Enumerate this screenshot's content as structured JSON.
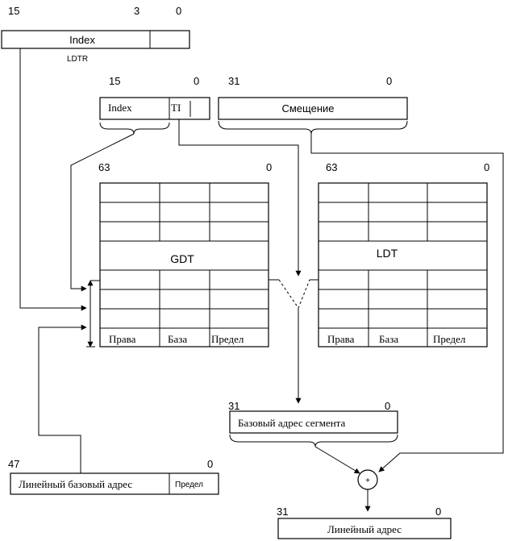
{
  "ldtr": {
    "bit_15": "15",
    "bit_3": "3",
    "bit_0": "0",
    "index_label": "Index",
    "caption": "LDTR"
  },
  "selector": {
    "bit_15": "15",
    "bit_0": "0",
    "index_label": "Index",
    "ti_label": "TI"
  },
  "offset": {
    "bit_31": "31",
    "bit_0": "0",
    "label": "Смещение"
  },
  "gdt": {
    "bit_63": "63",
    "bit_0": "0",
    "label": "GDT",
    "col_rights": "Права",
    "col_base": "База",
    "col_limit": "Предел"
  },
  "ldt": {
    "bit_63": "63",
    "bit_0": "0",
    "label": "LDT",
    "col_rights": "Права",
    "col_base": "База",
    "col_limit": "Предел"
  },
  "segment_base": {
    "bit_31": "31",
    "bit_0": "0",
    "label": "Базовый адрес сегмента"
  },
  "linear_base": {
    "bit_47": "47",
    "bit_0": "0",
    "label": "Линейный базовый адрес",
    "limit_label": "Предел"
  },
  "adder": {
    "symbol": "+"
  },
  "linear_address": {
    "bit_31": "31",
    "bit_0": "0",
    "label": "Линейный адрес"
  }
}
